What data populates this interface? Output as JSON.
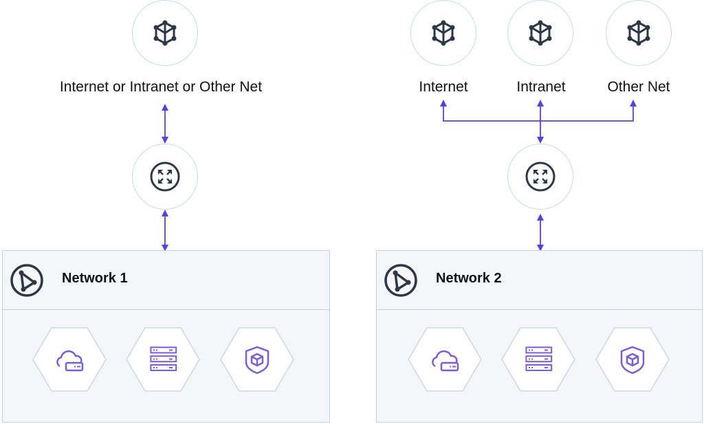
{
  "left": {
    "source_label": "Internet or Intranet or Other Net",
    "network_title": "Network 1"
  },
  "right": {
    "sources": [
      {
        "label": "Internet"
      },
      {
        "label": "Intranet"
      },
      {
        "label": "Other Net"
      }
    ],
    "network_title": "Network 2"
  },
  "colors": {
    "arrow": "#5b3ee0",
    "icon_purple": "#7b5cd6",
    "icon_dark": "#2d3748"
  }
}
